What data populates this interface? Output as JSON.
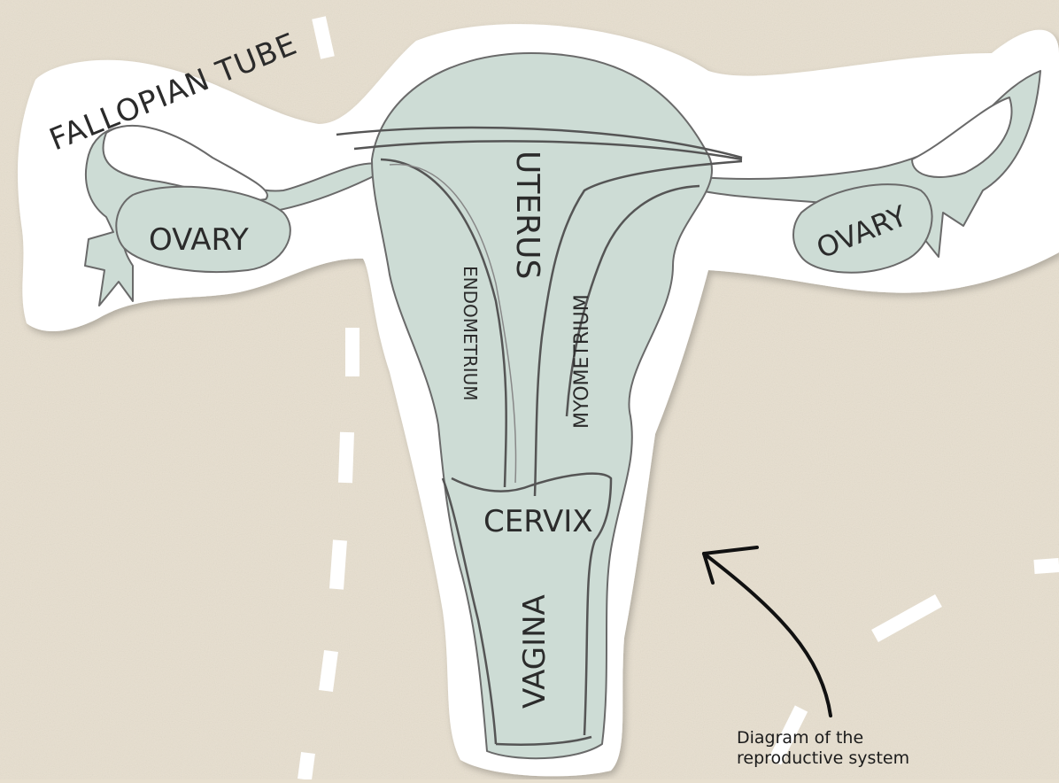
{
  "labels": {
    "fallopian_tube": "FALLOPIAN TUBE",
    "ovary_left": "OVARY",
    "ovary_right": "OVARY",
    "uterus": "UTERUS",
    "endometrium": "ENDOMETRIUM",
    "myometrium": "MYOMETRIUM",
    "cervix": "CERVIX",
    "vagina": "VAGINA"
  },
  "caption": {
    "line1": "Diagram of the",
    "line2": "reproductive system"
  },
  "colors": {
    "background": "#e7dfcf",
    "organ_fill": "#cddcd5",
    "sticker_border": "#ffffff",
    "outline": "#5d5d5d",
    "arrow": "#111111"
  }
}
